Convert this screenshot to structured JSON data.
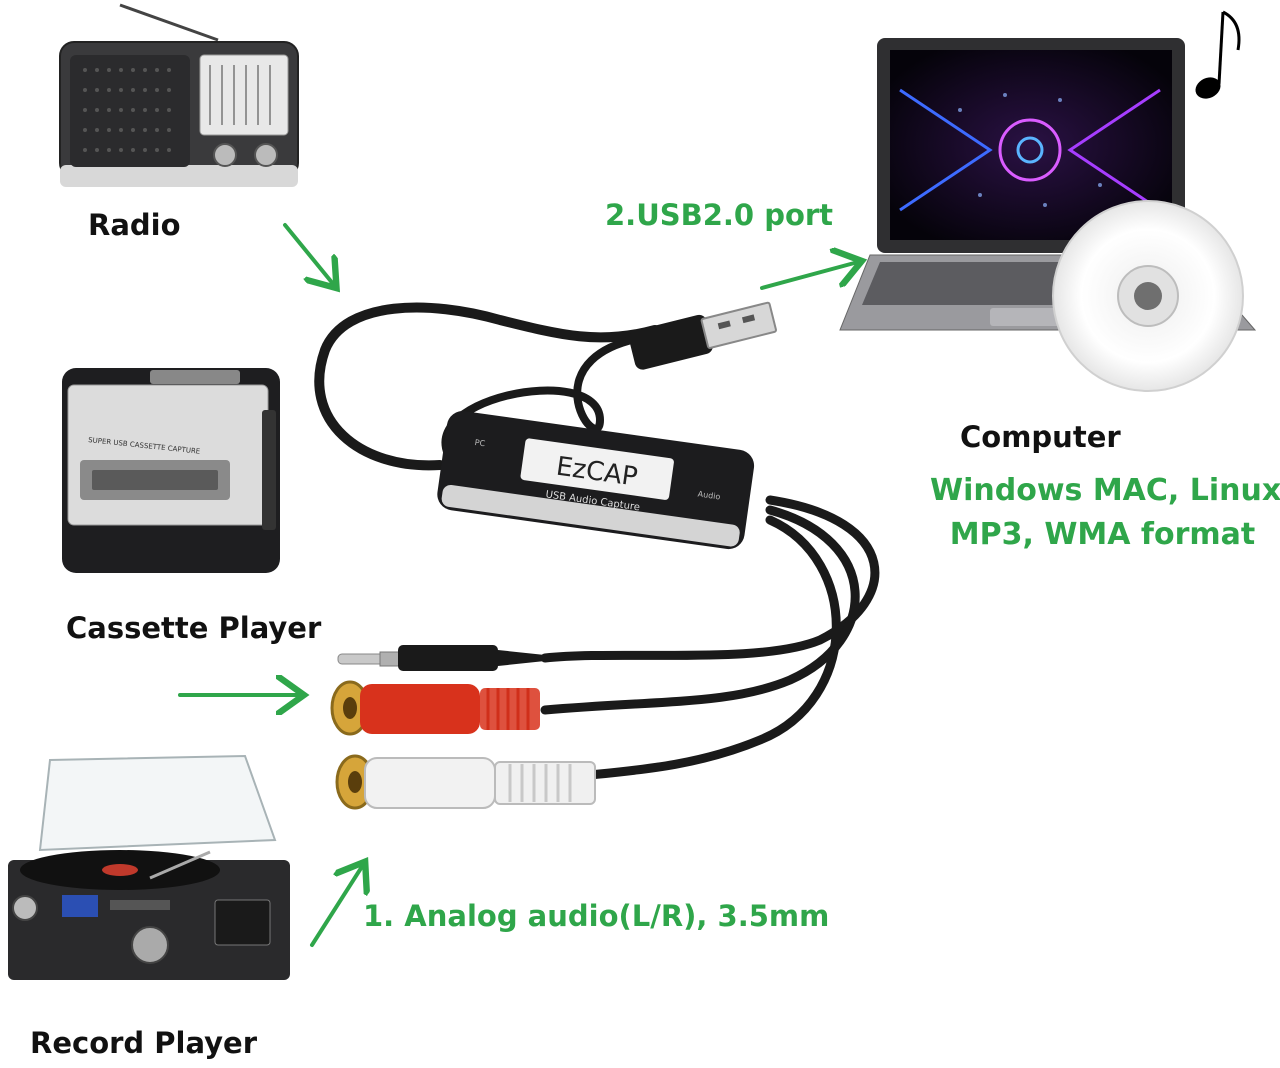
{
  "devices": {
    "radio": "Radio",
    "cassette": "Cassette Player",
    "record": "Record Player",
    "computer": "Computer"
  },
  "connections": {
    "usb": "2.USB2.0 port",
    "analog": "1. Analog audio(L/R), 3.5mm"
  },
  "computer_info": {
    "os": "Windows MAC, Linux",
    "formats": "MP3, WMA format"
  },
  "adapter": {
    "brand": "EzCAP",
    "subtitle": "USB Audio Capture",
    "port_left": "PC",
    "port_right": "Audio"
  },
  "cassette_label": "SUPER USB CASSETTE CAPTURE",
  "colors": {
    "arrow_green": "#2fa64a",
    "rca_red": "#d8321c",
    "rca_white": "#f2f2f2",
    "cable_black": "#1a1a1a"
  },
  "icons": [
    "radio-icon",
    "cassette-player-icon",
    "record-player-icon",
    "laptop-icon",
    "cd-icon",
    "music-note-icon",
    "usb-plug-icon",
    "rca-plug-icon",
    "audio-jack-icon"
  ]
}
